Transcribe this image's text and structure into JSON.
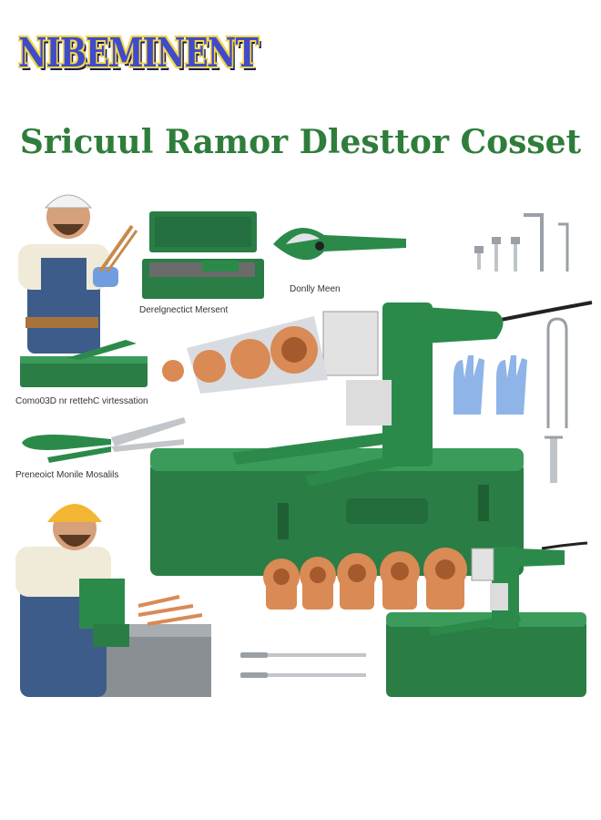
{
  "brand": {
    "logo_text": "NIBEMINENT"
  },
  "headline": "Sricuul Ramor Dlesttor Cosset",
  "captions": {
    "case_caption": "Derelgnectict Mersent",
    "cutter_caption": "Donlly Meen",
    "stand_caption": "Como03D nr rettehC virtessation",
    "pliers_caption": "Preneoict Monile Mosalils"
  },
  "colors": {
    "tool_green": "#2b8a4a",
    "case_green": "#2a7d45",
    "copper": "#d98a55",
    "brand_blue": "#3f4bc8",
    "brand_yellow": "#f3d64c",
    "headline_green": "#2f7d3b"
  }
}
